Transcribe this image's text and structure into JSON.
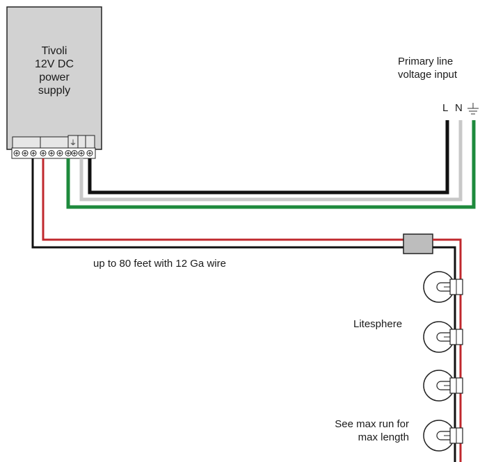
{
  "power_supply": {
    "title_lines": [
      "Tivoli",
      "12V DC",
      "power",
      "supply"
    ]
  },
  "primary_input": {
    "title_lines": [
      "Primary line",
      "voltage input"
    ],
    "terminals": {
      "line": "L",
      "neutral": "N"
    },
    "ground_icon": "ground-symbol-icon"
  },
  "labels": {
    "run_length": "up to 80 feet with 12 Ga wire",
    "fixture": "Litesphere",
    "max_run_lines": [
      "See max run for",
      "max length"
    ]
  },
  "colors": {
    "line_wire": "#111111",
    "neutral_wire": "#c8c8c8",
    "ground_wire": "#1e8a3c",
    "positive_wire": "#c0282d",
    "negative_wire": "#111111",
    "psu_fill": "#d2d2d2",
    "connector_fill": "#bdbdbd"
  },
  "fixtures_count": 4
}
